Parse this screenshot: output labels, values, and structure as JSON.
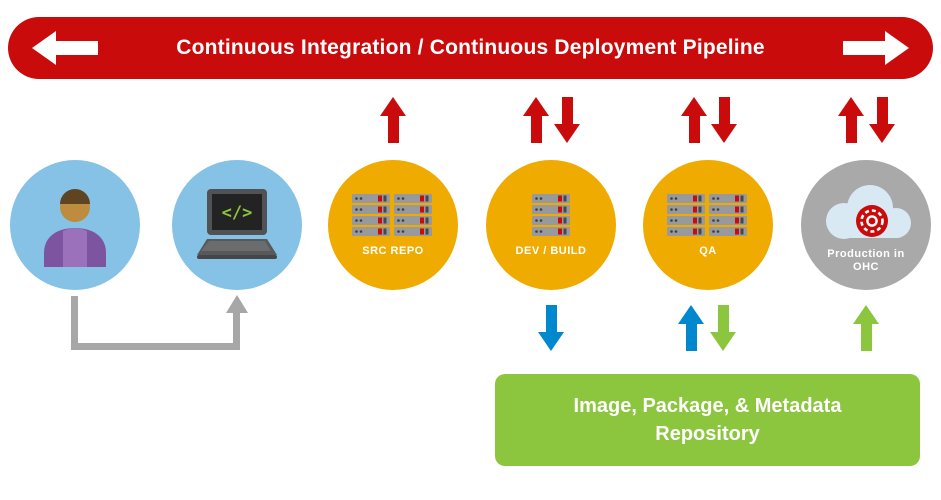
{
  "banner": {
    "title": "Continuous Integration / Continuous Deployment Pipeline"
  },
  "nodes": {
    "developer": {
      "label": ""
    },
    "workstation": {
      "screen_text": "</>"
    },
    "src_repo": {
      "label": "SRC REPO"
    },
    "dev_build": {
      "label": "DEV / BUILD"
    },
    "qa": {
      "label": "QA"
    },
    "production": {
      "label": "Production in OHC"
    }
  },
  "repository": {
    "line1": "Image, Package, & Metadata",
    "line2": "Repository"
  },
  "colors": {
    "pipeline_red": "#c90b0b",
    "node_blue": "#85c2e6",
    "node_orange": "#f0ab00",
    "node_gray": "#a9a9a9",
    "arrow_red": "#c90b0b",
    "arrow_blue": "#0088ce",
    "arrow_green": "#8cc63f",
    "repository_green": "#8cc63f",
    "connector_gray": "#a7a7a7"
  }
}
